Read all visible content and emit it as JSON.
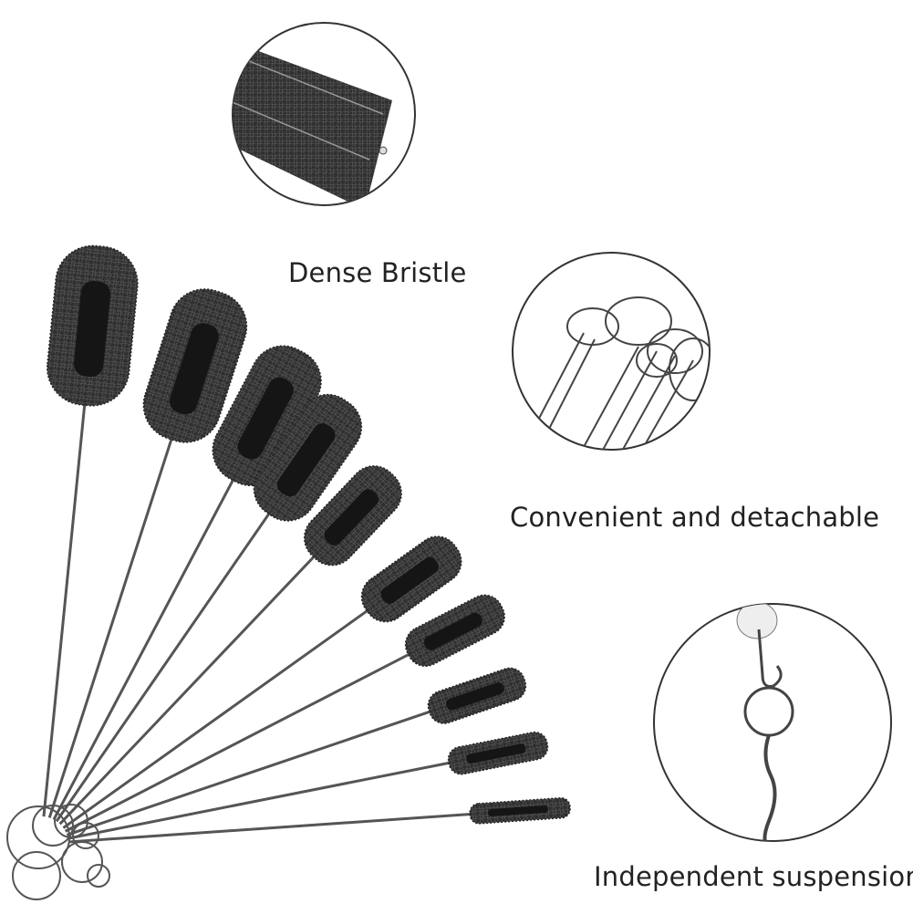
{
  "captions": {
    "dense_bristle": "Dense Bristle",
    "convenient": "Convenient and detachable",
    "independent": "Independent suspension"
  },
  "colors": {
    "background": "#ffffff",
    "bristle": "#2a2a2a",
    "wire": "#4a4a4a",
    "caption_text": "#222222",
    "circle_outline": "#333333"
  },
  "icons": {
    "detail_1": "brush-bristle-closeup",
    "detail_2": "wire-loops-closeup",
    "detail_3": "hook-suspension-closeup"
  }
}
